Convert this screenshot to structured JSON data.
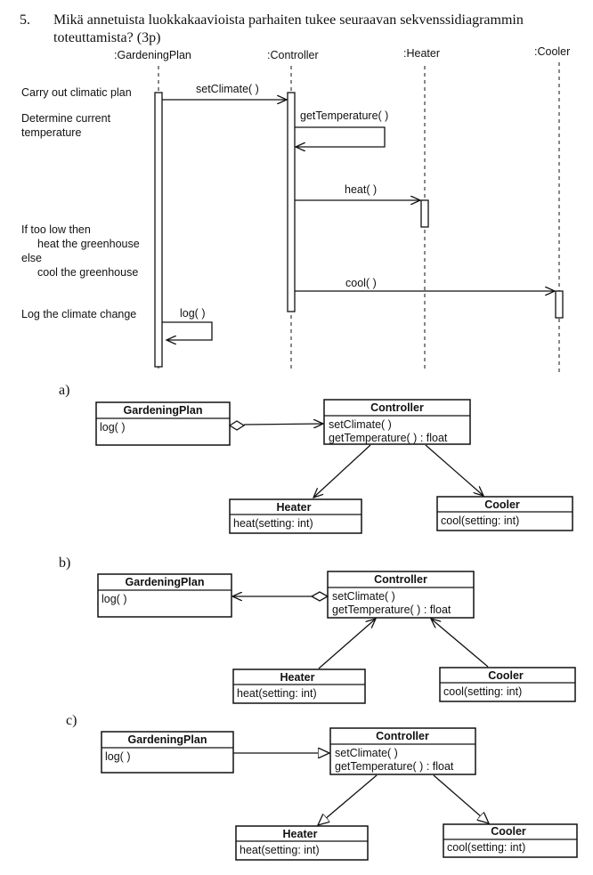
{
  "question": {
    "number": "5.",
    "line1": "Mikä annetuista luokkakaavioista parhaiten tukee seuraavan sekvenssidiagrammin",
    "line2": "toteuttamista? (3p)"
  },
  "sequence": {
    "lifelines": [
      ":GardeningPlan",
      ":Controller",
      ":Heater",
      ":Cooler"
    ],
    "messages": [
      "setClimate( )",
      "getTemperature( )",
      "heat( )",
      "cool( )",
      "log( )"
    ],
    "notes": {
      "carry_out": "Carry out climatic plan",
      "determine_1": "Determine current",
      "determine_2": "temperature",
      "if_low": "If too low then",
      "heat_gh": "heat the greenhouse",
      "else": "else",
      "cool_gh": "cool the greenhouse",
      "log_change": "Log the climate change"
    }
  },
  "options": [
    {
      "label": "a)",
      "gardening": {
        "name": "GardeningPlan",
        "ops": [
          "log( )"
        ]
      },
      "controller": {
        "name": "Controller",
        "ops": [
          "setClimate( )",
          "getTemperature( ) : float"
        ]
      },
      "heater": {
        "name": "Heater",
        "ops": [
          "heat(setting: int)"
        ]
      },
      "cooler": {
        "name": "Cooler",
        "ops": [
          "cool(setting: int)"
        ]
      }
    },
    {
      "label": "b)",
      "gardening": {
        "name": "GardeningPlan",
        "ops": [
          "log( )"
        ]
      },
      "controller": {
        "name": "Controller",
        "ops": [
          "setClimate( )",
          "getTemperature( ) : float"
        ]
      },
      "heater": {
        "name": "Heater",
        "ops": [
          "heat(setting: int)"
        ]
      },
      "cooler": {
        "name": "Cooler",
        "ops": [
          "cool(setting: int)"
        ]
      }
    },
    {
      "label": "c)",
      "gardening": {
        "name": "GardeningPlan",
        "ops": [
          "log( )"
        ]
      },
      "controller": {
        "name": "Controller",
        "ops": [
          "setClimate( )",
          "getTemperature( ) : float"
        ]
      },
      "heater": {
        "name": "Heater",
        "ops": [
          "heat(setting: int)"
        ]
      },
      "cooler": {
        "name": "Cooler",
        "ops": [
          "cool(setting: int)"
        ]
      }
    }
  ]
}
